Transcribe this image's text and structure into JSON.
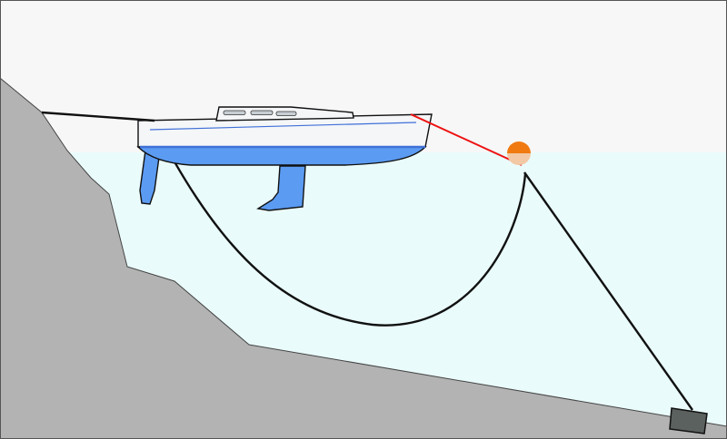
{
  "colors": {
    "sky": "#f7f7f7",
    "water": "#eafbfb",
    "land": "#b3b3b3",
    "outline": "#111111",
    "hull_white": "#f4f6f8",
    "hull_bottom": "#5b9bf2",
    "stripe": "#3f6fd8",
    "mooring_line": "#ee1111",
    "buoy_top": "#f07a10",
    "buoy_bottom": "#f3c8a4",
    "anchor_weight": "#5a615f"
  },
  "objects": {
    "shore": "shore-rock",
    "boat": "sailboat",
    "buoy": "mooring-buoy",
    "weight": "mooring-weight",
    "lines": [
      "shore-line",
      "slack-chain",
      "riser-chain",
      "bow-line"
    ]
  }
}
